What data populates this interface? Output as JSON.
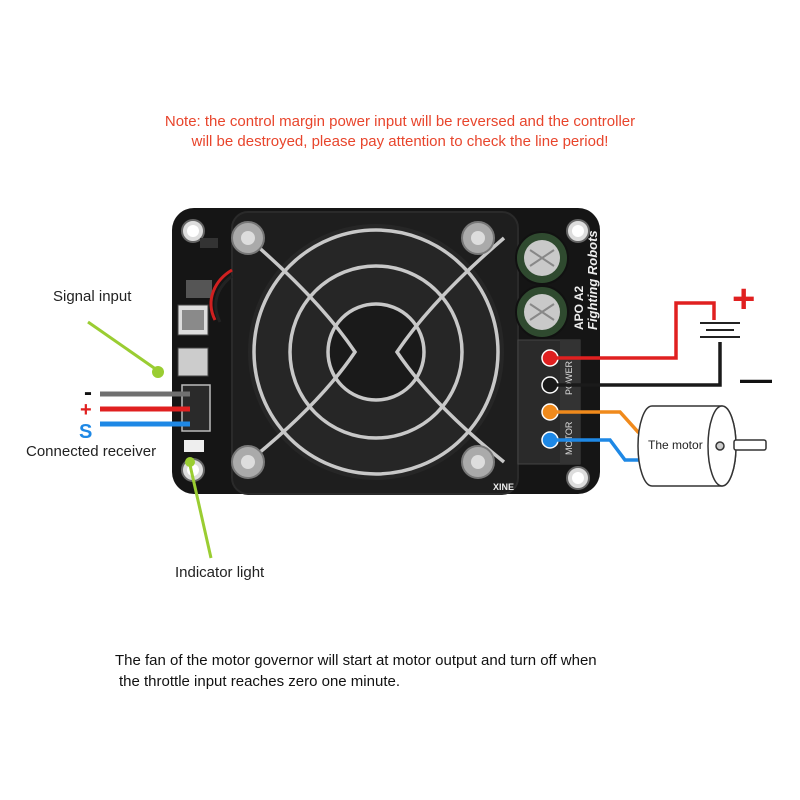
{
  "note": {
    "line1": "Note: the control margin power input will be reversed and the controller",
    "line2": "will be destroyed, please pay attention to check the line period!"
  },
  "labels": {
    "signal_input": "Signal input",
    "connected_receiver": "Connected receiver",
    "indicator_light": "Indicator light",
    "the_motor": "The motor"
  },
  "wire_symbols": {
    "minus": "-",
    "plus": "+",
    "signal": "S"
  },
  "power": {
    "plus": "+",
    "minus": "—"
  },
  "board_text": {
    "brand": "Fighting Robots",
    "model": "APO A2",
    "terminal_label": "MOTOR",
    "power_label": "POWER",
    "corner_text": "XINE"
  },
  "footer": {
    "line1": "The fan of the motor governor will start at motor output and turn off when",
    "line2": "the throttle input reaches zero one minute."
  },
  "colors": {
    "note": "#e8452c",
    "wire_gray": "#707070",
    "wire_red": "#e02020",
    "wire_blue": "#1e88e5",
    "wire_orange": "#f08a1c",
    "wire_black": "#1a1a1a",
    "leader_green": "#9acd32",
    "board": "#151515"
  }
}
